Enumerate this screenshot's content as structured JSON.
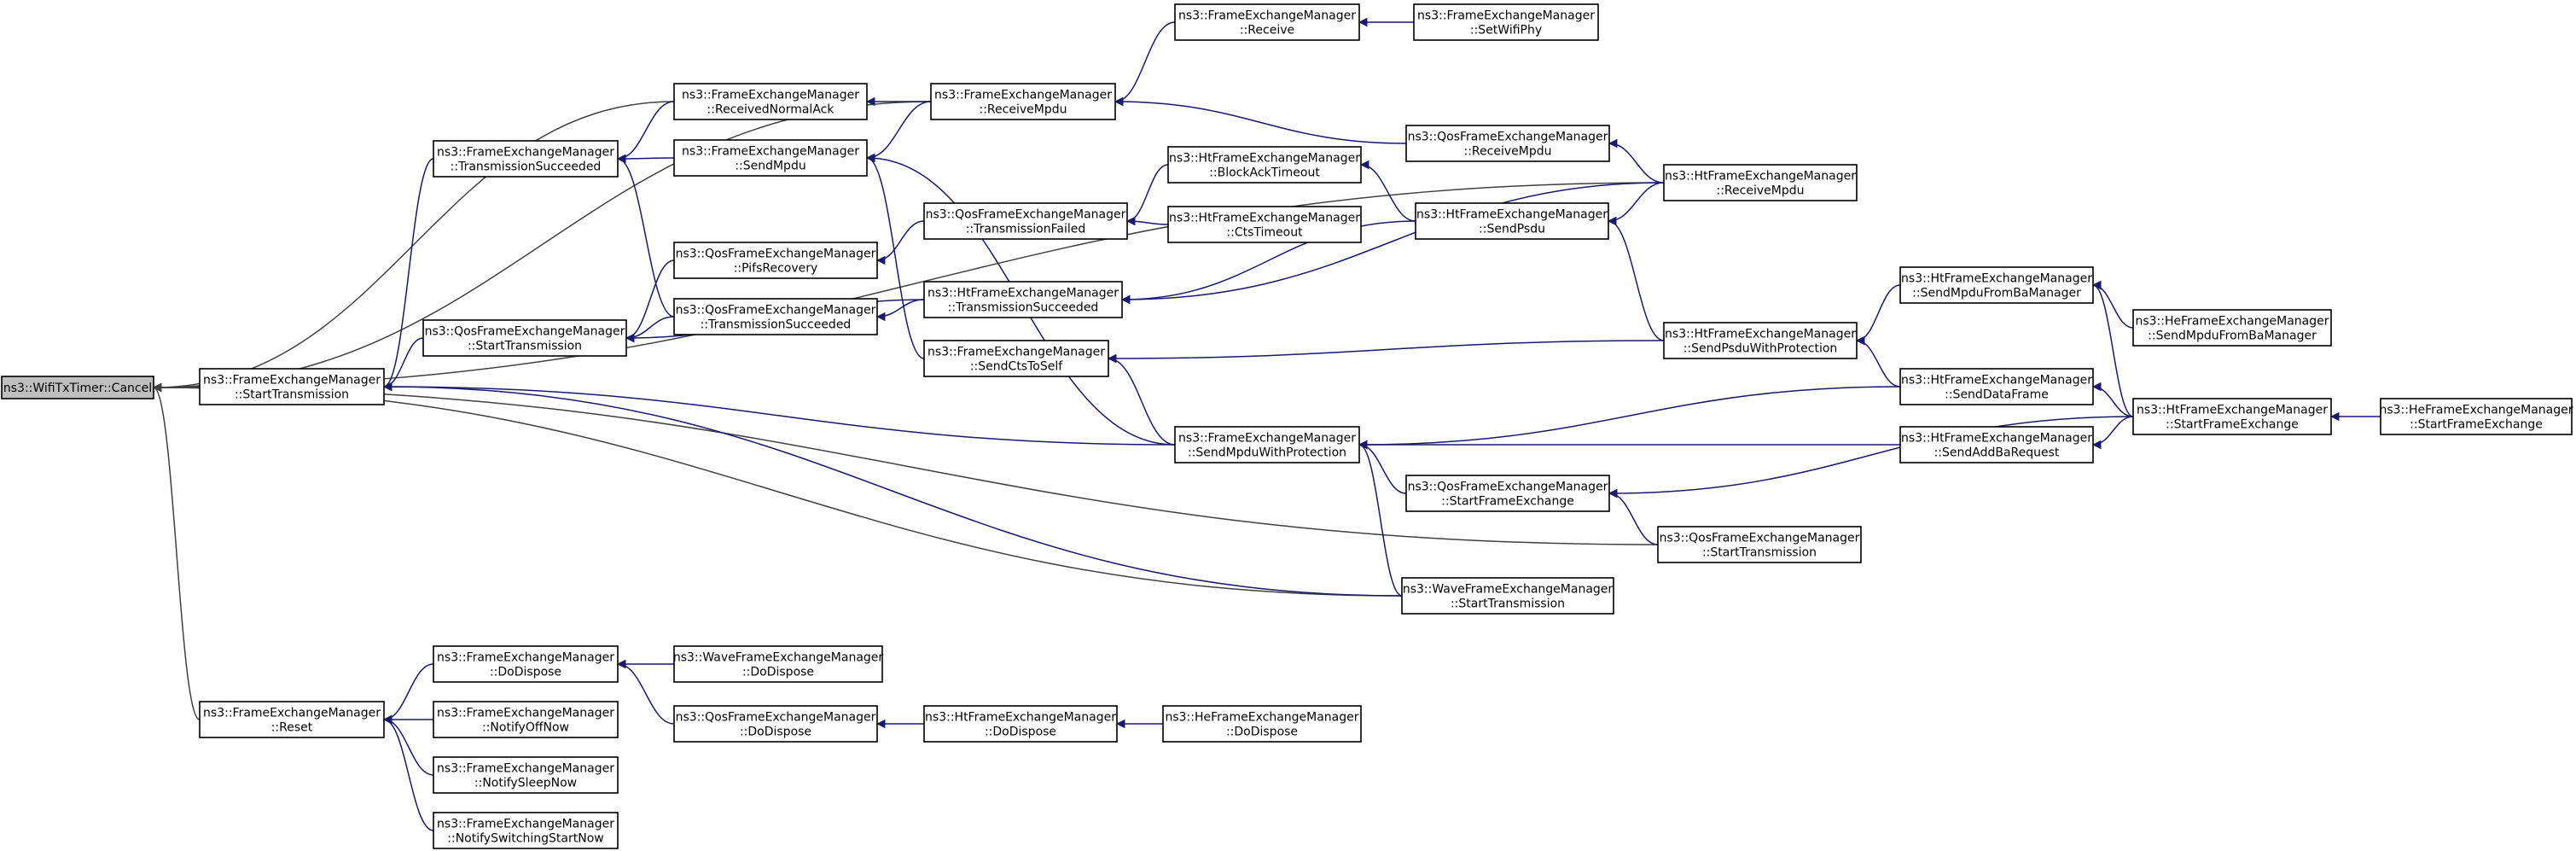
{
  "colors": {
    "edge": "#191970",
    "root_fill": "#bfbfbf",
    "node_fill": "#ffffff",
    "border": "#000000"
  },
  "nodes": [
    {
      "id": "cancel",
      "lines": [
        "ns3::WifiTxTimer::Cancel"
      ],
      "root": true
    },
    {
      "id": "fem_starttx",
      "lines": [
        "ns3::FrameExchangeManager",
        "::StartTransmission"
      ]
    },
    {
      "id": "fem_reset",
      "lines": [
        "ns3::FrameExchangeManager",
        "::Reset"
      ]
    },
    {
      "id": "fem_txsucc",
      "lines": [
        "ns3::FrameExchangeManager",
        "::TransmissionSucceeded"
      ]
    },
    {
      "id": "qos_starttx",
      "lines": [
        "ns3::QosFrameExchangeManager",
        "::StartTransmission"
      ]
    },
    {
      "id": "fem_recvnormack",
      "lines": [
        "ns3::FrameExchangeManager",
        "::ReceivedNormalAck"
      ]
    },
    {
      "id": "fem_sendmpdu",
      "lines": [
        "ns3::FrameExchangeManager",
        "::SendMpdu"
      ]
    },
    {
      "id": "qos_pifs",
      "lines": [
        "ns3::QosFrameExchangeManager",
        "::PifsRecovery"
      ]
    },
    {
      "id": "qos_txsucc",
      "lines": [
        "ns3::QosFrameExchangeManager",
        "::TransmissionSucceeded"
      ]
    },
    {
      "id": "fem_receivempdu",
      "lines": [
        "ns3::FrameExchangeManager",
        "::ReceiveMpdu"
      ]
    },
    {
      "id": "qos_txfail",
      "lines": [
        "ns3::QosFrameExchangeManager",
        "::TransmissionFailed"
      ]
    },
    {
      "id": "ht_txsucc",
      "lines": [
        "ns3::HtFrameExchangeManager",
        "::TransmissionSucceeded"
      ]
    },
    {
      "id": "fem_sendcts",
      "lines": [
        "ns3::FrameExchangeManager",
        "::SendCtsToSelf"
      ]
    },
    {
      "id": "fem_receive",
      "lines": [
        "ns3::FrameExchangeManager",
        "::Receive"
      ]
    },
    {
      "id": "fem_setphy",
      "lines": [
        "ns3::FrameExchangeManager",
        "::SetWifiPhy"
      ]
    },
    {
      "id": "qos_receivempdu",
      "lines": [
        "ns3::QosFrameExchangeManager",
        "::ReceiveMpdu"
      ]
    },
    {
      "id": "ht_blockack",
      "lines": [
        "ns3::HtFrameExchangeManager",
        "::BlockAckTimeout"
      ]
    },
    {
      "id": "ht_cts",
      "lines": [
        "ns3::HtFrameExchangeManager",
        "::CtsTimeout"
      ]
    },
    {
      "id": "ht_sendpsdu",
      "lines": [
        "ns3::HtFrameExchangeManager",
        "::SendPsdu"
      ]
    },
    {
      "id": "ht_receivempdu",
      "lines": [
        "ns3::HtFrameExchangeManager",
        "::ReceiveMpdu"
      ]
    },
    {
      "id": "fem_sendmpduprot",
      "lines": [
        "ns3::FrameExchangeManager",
        "::SendMpduWithProtection"
      ]
    },
    {
      "id": "ht_sendpsduprot",
      "lines": [
        "ns3::HtFrameExchangeManager",
        "::SendPsduWithProtection"
      ]
    },
    {
      "id": "ht_sendmpduba",
      "lines": [
        "ns3::HtFrameExchangeManager",
        "::SendMpduFromBaManager"
      ]
    },
    {
      "id": "he_sendmpduba",
      "lines": [
        "ns3::HeFrameExchangeManager",
        "::SendMpduFromBaManager"
      ]
    },
    {
      "id": "ht_senddata",
      "lines": [
        "ns3::HtFrameExchangeManager",
        "::SendDataFrame"
      ]
    },
    {
      "id": "ht_sendaddba",
      "lines": [
        "ns3::HtFrameExchangeManager",
        "::SendAddBaRequest"
      ]
    },
    {
      "id": "ht_startfe",
      "lines": [
        "ns3::HtFrameExchangeManager",
        "::StartFrameExchange"
      ]
    },
    {
      "id": "he_startfe",
      "lines": [
        "ns3::HeFrameExchangeManager",
        "::StartFrameExchange"
      ]
    },
    {
      "id": "qos_startfe",
      "lines": [
        "ns3::QosFrameExchangeManager",
        "::StartFrameExchange"
      ]
    },
    {
      "id": "qos_starttx2",
      "lines": [
        "ns3::QosFrameExchangeManager",
        "::StartTransmission"
      ]
    },
    {
      "id": "wave_starttx",
      "lines": [
        "ns3::WaveFrameExchangeManager",
        "::StartTransmission"
      ]
    },
    {
      "id": "fem_dodispose",
      "lines": [
        "ns3::FrameExchangeManager",
        "::DoDispose"
      ]
    },
    {
      "id": "wave_dodispose",
      "lines": [
        "ns3::WaveFrameExchangeManager",
        "::DoDispose"
      ]
    },
    {
      "id": "fem_notifyoff",
      "lines": [
        "ns3::FrameExchangeManager",
        "::NotifyOffNow"
      ]
    },
    {
      "id": "qos_dodispose",
      "lines": [
        "ns3::QosFrameExchangeManager",
        "::DoDispose"
      ]
    },
    {
      "id": "ht_dodispose",
      "lines": [
        "ns3::HtFrameExchangeManager",
        "::DoDispose"
      ]
    },
    {
      "id": "he_dodispose",
      "lines": [
        "ns3::HeFrameExchangeManager",
        "::DoDispose"
      ]
    },
    {
      "id": "fem_notifysleep",
      "lines": [
        "ns3::FrameExchangeManager",
        "::NotifySleepNow"
      ]
    },
    {
      "id": "fem_notifyswitch",
      "lines": [
        "ns3::FrameExchangeManager",
        "::NotifySwitchingStartNow"
      ]
    }
  ],
  "edges": [
    [
      "fem_starttx",
      "cancel"
    ],
    [
      "fem_reset",
      "cancel"
    ],
    [
      "fem_recvnormack",
      "cancel"
    ],
    [
      "fem_receivempdu",
      "cancel"
    ],
    [
      "ht_receivempdu",
      "cancel"
    ],
    [
      "qos_starttx2",
      "cancel"
    ],
    [
      "wave_starttx",
      "cancel"
    ],
    [
      "fem_txsucc",
      "fem_starttx"
    ],
    [
      "qos_starttx",
      "fem_starttx"
    ],
    [
      "fem_sendmpduprot",
      "fem_starttx"
    ],
    [
      "wave_starttx",
      "fem_starttx"
    ],
    [
      "fem_recvnormack",
      "fem_txsucc"
    ],
    [
      "fem_sendmpdu",
      "fem_txsucc"
    ],
    [
      "qos_txsucc",
      "fem_txsucc"
    ],
    [
      "fem_receivempdu",
      "fem_recvnormack"
    ],
    [
      "fem_receivempdu",
      "fem_sendmpdu"
    ],
    [
      "fem_sendcts",
      "fem_sendmpdu"
    ],
    [
      "fem_sendmpduprot",
      "fem_sendmpdu"
    ],
    [
      "qos_pifs",
      "qos_starttx"
    ],
    [
      "qos_txsucc",
      "qos_starttx"
    ],
    [
      "ht_txsucc",
      "qos_starttx"
    ],
    [
      "qos_txfail",
      "qos_pifs"
    ],
    [
      "ht_txsucc",
      "qos_txsucc"
    ],
    [
      "fem_receive",
      "fem_receivempdu"
    ],
    [
      "qos_receivempdu",
      "fem_receivempdu"
    ],
    [
      "fem_setphy",
      "fem_receive"
    ],
    [
      "ht_receivempdu",
      "qos_receivempdu"
    ],
    [
      "ht_blockack",
      "qos_txfail"
    ],
    [
      "ht_cts",
      "qos_txfail"
    ],
    [
      "ht_sendpsdu",
      "ht_txsucc"
    ],
    [
      "ht_receivempdu",
      "ht_txsucc"
    ],
    [
      "ht_sendpsduprot",
      "fem_sendcts"
    ],
    [
      "fem_sendmpduprot",
      "fem_sendcts"
    ],
    [
      "ht_sendpsdu",
      "ht_blockack"
    ],
    [
      "ht_receivempdu",
      "ht_sendpsdu"
    ],
    [
      "ht_sendpsduprot",
      "ht_sendpsdu"
    ],
    [
      "ht_sendmpduba",
      "ht_sendpsduprot"
    ],
    [
      "ht_senddata",
      "ht_sendpsduprot"
    ],
    [
      "he_sendmpduba",
      "ht_sendmpduba"
    ],
    [
      "ht_startfe",
      "ht_sendmpduba"
    ],
    [
      "ht_startfe",
      "ht_senddata"
    ],
    [
      "ht_startfe",
      "ht_sendaddba"
    ],
    [
      "he_startfe",
      "ht_startfe"
    ],
    [
      "ht_senddata",
      "fem_sendmpduprot"
    ],
    [
      "ht_sendaddba",
      "fem_sendmpduprot"
    ],
    [
      "qos_startfe",
      "fem_sendmpduprot"
    ],
    [
      "wave_starttx",
      "fem_sendmpduprot"
    ],
    [
      "ht_startfe",
      "qos_startfe"
    ],
    [
      "qos_starttx2",
      "qos_startfe"
    ],
    [
      "fem_dodispose",
      "fem_reset"
    ],
    [
      "fem_notifyoff",
      "fem_reset"
    ],
    [
      "fem_notifysleep",
      "fem_reset"
    ],
    [
      "fem_notifyswitch",
      "fem_reset"
    ],
    [
      "wave_dodispose",
      "fem_dodispose"
    ],
    [
      "qos_dodispose",
      "fem_dodispose"
    ],
    [
      "ht_dodispose",
      "qos_dodispose"
    ],
    [
      "he_dodispose",
      "ht_dodispose"
    ]
  ]
}
